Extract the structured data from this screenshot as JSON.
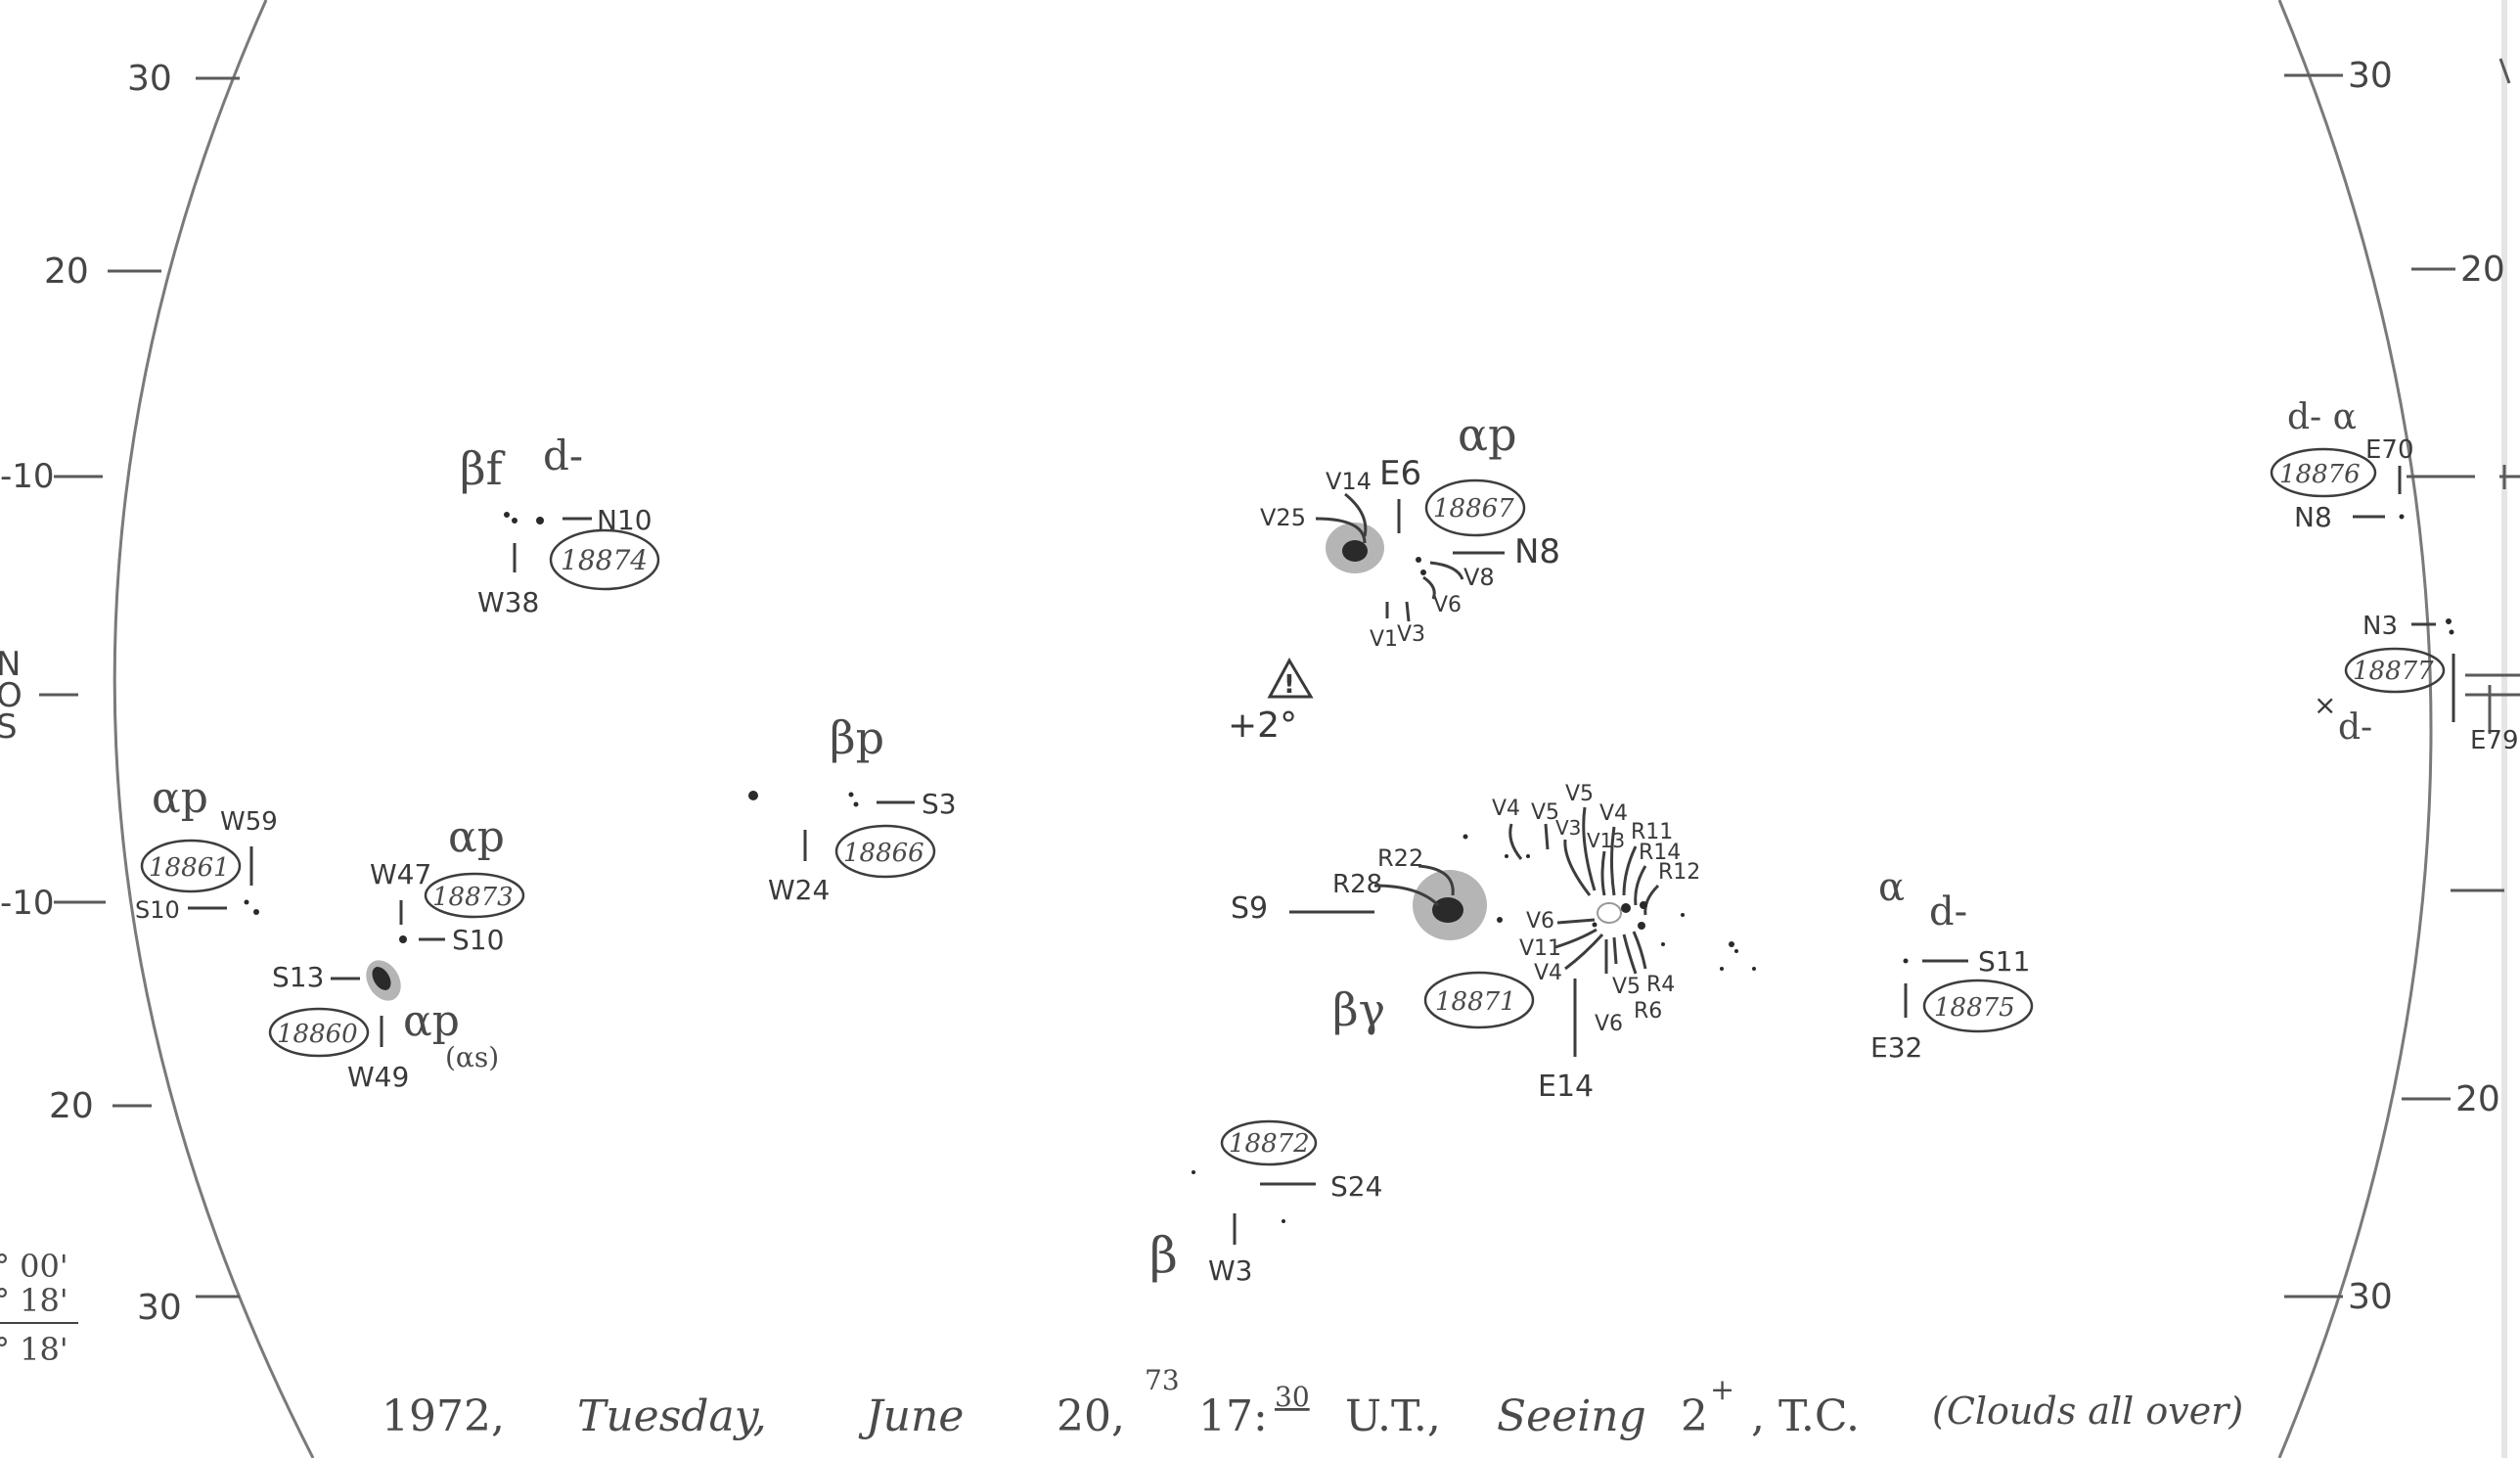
{
  "grid": {
    "left_ticks": [
      "30",
      "20",
      "10",
      "N",
      "O",
      "S",
      "10",
      "20",
      "30"
    ],
    "right_ticks": [
      "30",
      "20",
      "20",
      "30"
    ],
    "margin_notes": [
      "° 00'",
      "° 18'",
      "° 18'"
    ]
  },
  "groups": [
    {
      "id": "18874",
      "class": "βf",
      "type": "d-",
      "labels": [
        "N10",
        "W38"
      ]
    },
    {
      "id": "18867",
      "class": "αp",
      "labels": [
        "E6",
        "N8",
        "V14",
        "V25",
        "V8",
        "V6",
        "V1",
        "V3"
      ]
    },
    {
      "id": "18866",
      "class": "βp",
      "labels": [
        "S3",
        "W24"
      ]
    },
    {
      "id": "18861",
      "class": "αp",
      "labels": [
        "W59",
        "S10"
      ]
    },
    {
      "id": "18873",
      "class": "αp",
      "labels": [
        "W47",
        "S10"
      ]
    },
    {
      "id": "18860",
      "class": "αp",
      "subclass": "(αs)",
      "labels": [
        "S13",
        "W49"
      ]
    },
    {
      "id": "18871",
      "class": "βγ",
      "labels": [
        "S9",
        "E14",
        "R22",
        "R28",
        "V4",
        "V5",
        "V5",
        "V4",
        "V3",
        "V13",
        "R11",
        "R14",
        "R12",
        "V6",
        "V11",
        "V4",
        "V5",
        "R4",
        "R6",
        "V6"
      ]
    },
    {
      "id": "18875",
      "class": "α",
      "type": "d-",
      "labels": [
        "S11",
        "E32"
      ]
    },
    {
      "id": "18872",
      "class": "β",
      "labels": [
        "S24",
        "W3"
      ]
    },
    {
      "id": "18876",
      "class": "d- α",
      "labels": [
        "E70",
        "N8"
      ]
    },
    {
      "id": "18877",
      "class": "d-",
      "labels": [
        "N3",
        "E79"
      ]
    }
  ],
  "marker": {
    "label": "+2°",
    "symbol": "!"
  },
  "footer": {
    "year": "1972,",
    "weekday": "Tuesday,",
    "month": "June",
    "day": "20,",
    "day_fraction": "73",
    "time_h": "17:",
    "time_m": "30",
    "ut": "U.T.,",
    "seeing_word": "Seeing",
    "seeing_value": "2",
    "seeing_sup": "+",
    "tc": ", T.C.",
    "note": "(Clouds all over)"
  },
  "colors": {
    "paper": "#ffffff",
    "ink": "#3a3a3a",
    "pencil": "#7a7a7a"
  }
}
